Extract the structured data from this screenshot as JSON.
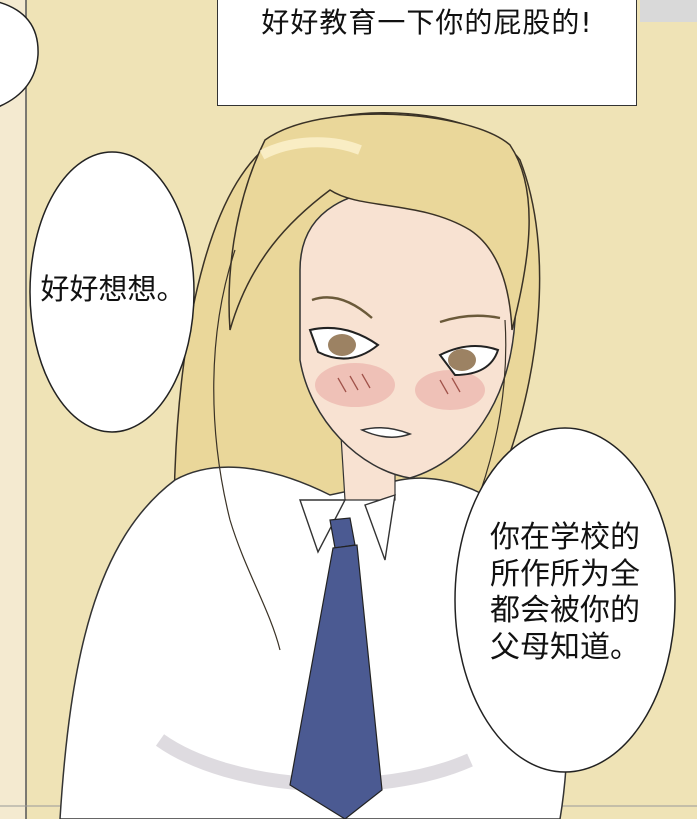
{
  "caption": {
    "text": "好好教育一下你的屁股的!"
  },
  "bubble_left": {
    "text": "好好想想。"
  },
  "bubble_right": {
    "lines": [
      "你在学校的",
      "所作所为全",
      "都会被你的",
      "父母知道。"
    ]
  },
  "colors": {
    "wall": "#efe3b6",
    "hair": "#ead79a",
    "skin": "#f8e2d2",
    "shirt": "#ffffff",
    "tie": "#4b5a92",
    "blush": "#e8a6a0"
  }
}
